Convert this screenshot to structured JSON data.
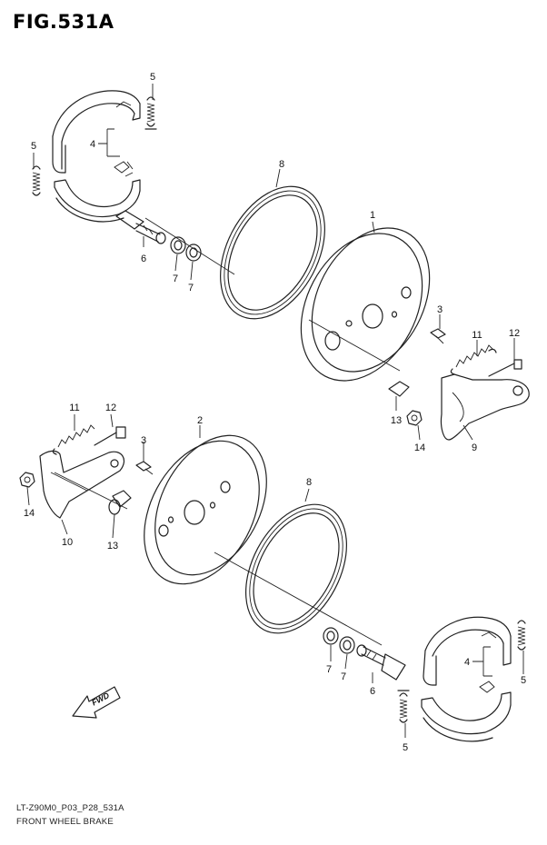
{
  "figure": {
    "title": "FIG.531A",
    "code": "LT-Z90M0_P03_P28_531A",
    "caption": "FRONT WHEEL BRAKE",
    "fwd_label": "FWD"
  },
  "callouts": {
    "c1": "1",
    "c2": "2",
    "c3a": "3",
    "c3b": "3",
    "c4a": "4",
    "c4b": "4",
    "c5a": "5",
    "c5b": "5",
    "c5c": "5",
    "c5d": "5",
    "c6a": "6",
    "c6b": "6",
    "c7a": "7",
    "c7b": "7",
    "c7c": "7",
    "c7d": "7",
    "c8a": "8",
    "c8b": "8",
    "c9": "9",
    "c10": "10",
    "c11a": "11",
    "c11b": "11",
    "c12a": "12",
    "c12b": "12",
    "c13a": "13",
    "c13b": "13",
    "c14a": "14",
    "c14b": "14"
  }
}
